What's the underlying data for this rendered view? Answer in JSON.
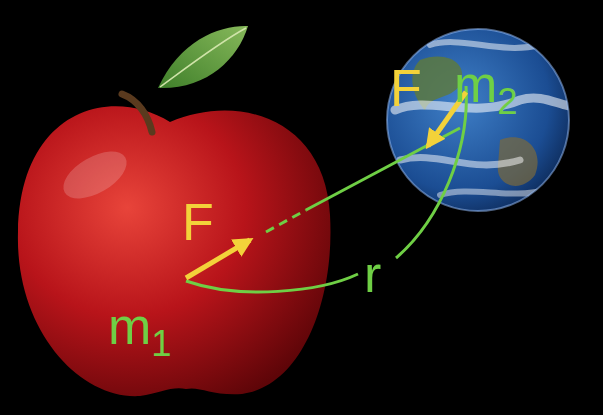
{
  "diagram": {
    "labels": [
      "F",
      "m2",
      "F",
      "r",
      "m1"
    ]
  }
}
